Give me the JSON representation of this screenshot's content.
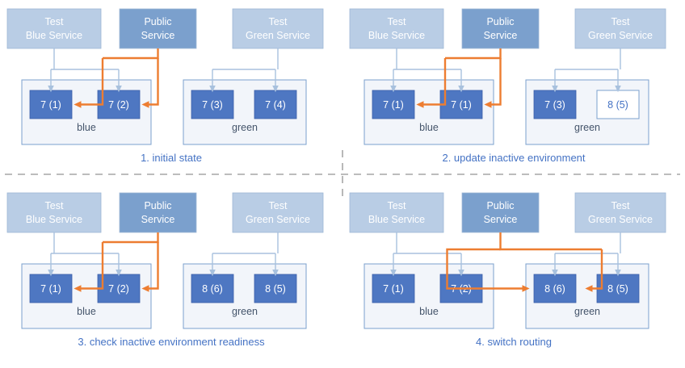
{
  "diagram": {
    "title_present": false,
    "colors": {
      "service_light": "#b9cde5",
      "service_dark": "#7ba0cd",
      "instance_fill": "#4e77c2",
      "instance_border": "#3a5ea8",
      "instance_text": "#ffffff",
      "instance_pending_fill": "#ffffff",
      "instance_pending_text": "#4472c4",
      "env_box_fill": "#f2f5fa",
      "env_box_border": "#7ba0cd",
      "env_label_text": "#44546a",
      "arrow_blue": "#a8c1de",
      "arrow_orange": "#ed7d31",
      "caption_text": "#4472c4",
      "divider": "#a6a6a6"
    },
    "services": {
      "test_blue": "Test\nBlue Service",
      "test_blue_line1": "Test",
      "test_blue_line2": "Blue Service",
      "public_line1": "Public",
      "public_line2": "Service",
      "test_green_line1": "Test",
      "test_green_line2": "Green Service"
    },
    "environments": {
      "blue": "blue",
      "green": "green"
    },
    "panels": [
      {
        "id": "panel-1",
        "caption": "1. initial state",
        "blue_instances": [
          {
            "label": "7 (1)",
            "pending": false
          },
          {
            "label": "7 (2)",
            "pending": false
          }
        ],
        "green_instances": [
          {
            "label": "7 (3)",
            "pending": false
          },
          {
            "label": "7 (4)",
            "pending": false
          }
        ],
        "public_routes_to": "blue",
        "test_blue_active": true,
        "test_green_active": true
      },
      {
        "id": "panel-2",
        "caption": "2. update inactive environment",
        "blue_instances": [
          {
            "label": "7 (1)",
            "pending": false
          },
          {
            "label": "7 (1)",
            "pending": false
          }
        ],
        "green_instances": [
          {
            "label": "7 (3)",
            "pending": false
          },
          {
            "label": "8 (5)",
            "pending": true
          }
        ],
        "public_routes_to": "blue",
        "test_blue_active": true,
        "test_green_active": true
      },
      {
        "id": "panel-3",
        "caption": "3. check inactive environment readiness",
        "blue_instances": [
          {
            "label": "7 (1)",
            "pending": false
          },
          {
            "label": "7 (2)",
            "pending": false
          }
        ],
        "green_instances": [
          {
            "label": "8 (6)",
            "pending": false
          },
          {
            "label": "8 (5)",
            "pending": false
          }
        ],
        "public_routes_to": "blue",
        "test_blue_active": true,
        "test_green_active": true
      },
      {
        "id": "panel-4",
        "caption": "4. switch routing",
        "blue_instances": [
          {
            "label": "7 (1)",
            "pending": false
          },
          {
            "label": "7 (2)",
            "pending": false
          }
        ],
        "green_instances": [
          {
            "label": "8 (6)",
            "pending": false
          },
          {
            "label": "8 (5)",
            "pending": false
          }
        ],
        "public_routes_to": "green",
        "test_blue_active": true,
        "test_green_active": true
      }
    ]
  }
}
